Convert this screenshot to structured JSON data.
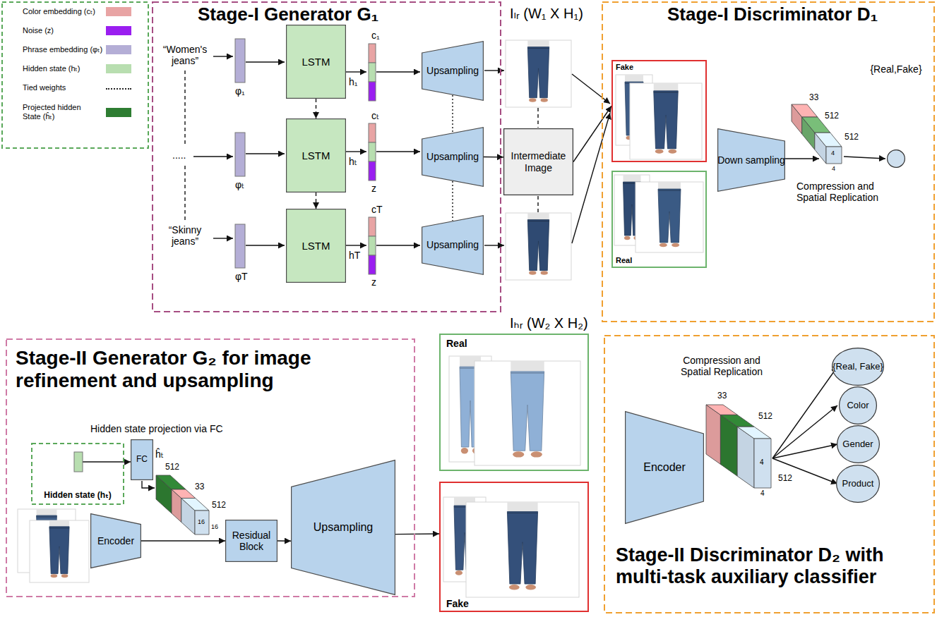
{
  "diagram": {
    "nodes": [
      {
        "text": [
          "Stage-I Generator G₁"
        ]
      },
      {
        "text": [
          "LSTM"
        ],
        "in": 0
      },
      {
        "text": [
          "LSTM"
        ],
        "in": 0
      },
      {
        "text": [
          "LSTM"
        ],
        "in": 0
      },
      {
        "text": [
          "Upsampling"
        ],
        "in": 0
      },
      {
        "text": [
          "Upsampling"
        ],
        "in": 0
      },
      {
        "text": [
          "Upsampling"
        ],
        "in": 0
      },
      {
        "text": [
          "Intermediate Image"
        ]
      },
      {
        "text": [
          "Stage-I Discriminator D₁"
        ]
      },
      {
        "text": [
          "Fake"
        ],
        "in": 8
      },
      {
        "text": [
          "Real"
        ],
        "in": 8
      },
      {
        "text": [
          "Down sampling"
        ],
        "in": 8
      },
      {
        "text": [
          "{Real,Fake}"
        ],
        "in": 8
      },
      {
        "text": [
          "Stage-II Generator G₂ for image refinement and upsampling"
        ]
      },
      {
        "text": [
          "Hidden state (hₜ)"
        ],
        "in": 13
      },
      {
        "text": [
          "FC"
        ],
        "in": 13
      },
      {
        "text": [
          "Encoder"
        ],
        "in": 13
      },
      {
        "text": [
          "Residual Block"
        ],
        "in": 13
      },
      {
        "text": [
          "Upsampling"
        ],
        "in": 13
      },
      {
        "text": [
          "Real"
        ]
      },
      {
        "text": [
          "Fake"
        ]
      },
      {
        "text": [
          "Stage-II Discriminator D₂ with multi-task auxiliary classifier"
        ]
      },
      {
        "text": [
          "Encoder"
        ],
        "in": 21
      },
      {
        "text": [
          "{Real, Fake}"
        ],
        "in": 21
      },
      {
        "text": [
          "Color"
        ],
        "in": 21
      },
      {
        "text": [
          "Gender"
        ],
        "in": 21
      },
      {
        "text": [
          "Product"
        ],
        "in": 21
      }
    ],
    "edges": [
      {
        "from": 1,
        "to": 2,
        "arrow": "to"
      },
      {
        "from": 2,
        "to": 3,
        "arrow": "to"
      },
      {
        "from": 4,
        "to": 5,
        "arrow": "none"
      },
      {
        "from": 5,
        "to": 6,
        "arrow": "none"
      },
      {
        "from": 5,
        "to": 7,
        "arrow": "to"
      },
      {
        "from": 7,
        "to": 9,
        "arrow": "to"
      },
      {
        "from": 14,
        "to": 15,
        "arrow": "to"
      },
      {
        "from": 16,
        "to": 17,
        "arrow": "to"
      },
      {
        "from": 17,
        "to": 18,
        "arrow": "to"
      },
      {
        "from": 18,
        "to": 20,
        "arrow": "to"
      }
    ],
    "labels": [
      "“Women's jeans”",
      ".....",
      "“Skinny jeans”",
      "φ₁",
      "φₜ",
      "φT",
      "c₁",
      "h₁",
      "cₜ",
      "hₜ",
      "z",
      "cT",
      "hT",
      "z",
      "Iₗᵣ (W₁ X H₁)",
      "33",
      "512",
      "512",
      "4",
      "4",
      "Compression and Spatial Replication",
      "Iₕᵣ (W₂ X H₂)",
      "Hidden state projection via FC",
      "ĥₜ",
      "512",
      "33",
      "512",
      "16",
      "16",
      "Compression and Spatial Replication",
      "33",
      "512",
      "512",
      "4",
      "4"
    ],
    "legend": [
      {
        "text": "Color embedding (cₜ)",
        "color": "#e8a4a4"
      },
      {
        "text": "Noise (z)",
        "color": "#9a1ef0"
      },
      {
        "text": "Phrase embedding (φₜ)",
        "color": "#b4aed6"
      },
      {
        "text": "Hidden state (hₜ)",
        "color": "#b8deb0"
      },
      {
        "text": "Tied weights"
      },
      {
        "text": "Projected hidden State (ĥₜ)",
        "color": "#2e7d32"
      }
    ]
  }
}
